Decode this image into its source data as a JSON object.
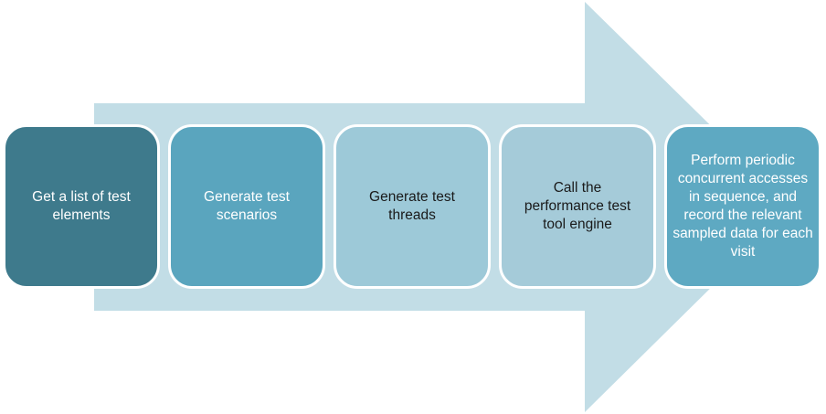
{
  "diagram": {
    "arrow_color": "#c2dde6",
    "steps": [
      {
        "label": "Get a list of test elements",
        "color": "#3e7a8c"
      },
      {
        "label": "Generate test scenarios",
        "color": "#5aa5be"
      },
      {
        "label": "Generate test threads",
        "color": "#9dc9d8"
      },
      {
        "label": "Call the performance test tool engine",
        "color": "#a5cbd9"
      },
      {
        "label": "Perform periodic concurrent accesses in sequence, and record the relevant sampled data for each visit",
        "color": "#5ea9c2"
      }
    ]
  }
}
